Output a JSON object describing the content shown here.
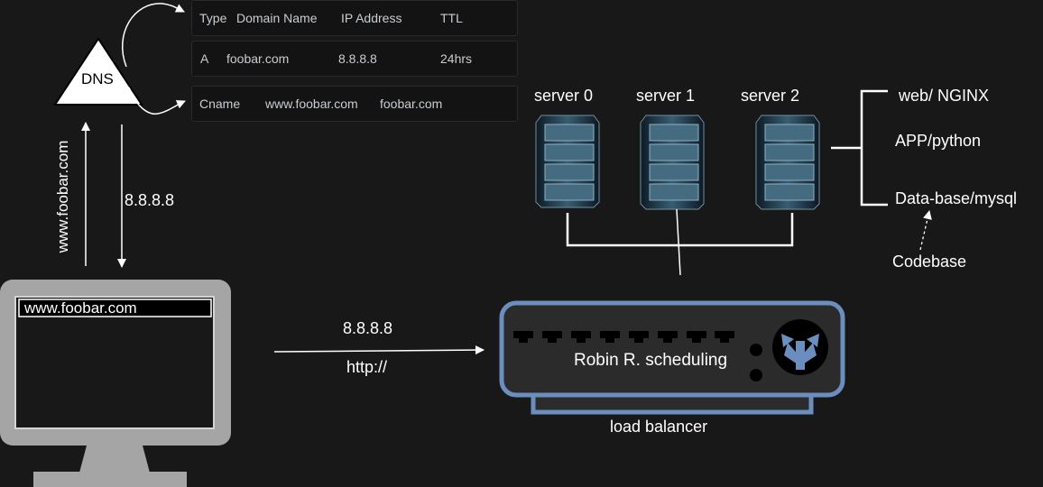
{
  "dns": {
    "label": "DNS",
    "table": {
      "header": [
        "Type",
        "Domain Name",
        "IP Address",
        "TTL"
      ],
      "rows": [
        [
          "A",
          "foobar.com",
          "8.8.8.8",
          "24hrs"
        ],
        [
          "Cname",
          "www.foobar.com",
          "foobar.com"
        ]
      ]
    }
  },
  "client": {
    "url_bar": "www.foobar.com",
    "request_label": "www.foobar.com",
    "response_label": "8.8.8.8",
    "http_ip": "8.8.8.8",
    "http_protocol": "http://"
  },
  "servers": [
    {
      "label": "server 0"
    },
    {
      "label": "server 1"
    },
    {
      "label": "server 2"
    }
  ],
  "stack": {
    "items": [
      "web/ NGINX",
      "APP/python",
      "Data-base/mysql"
    ],
    "codebase": "Codebase"
  },
  "load_balancer": {
    "inner_label": "Robin R. scheduling",
    "caption": "load balancer"
  },
  "colors": {
    "background": "#181818",
    "lb_border": "#6c8ebf",
    "lb_body": "#2b2b2b",
    "monitor": "#a5a5a5"
  }
}
